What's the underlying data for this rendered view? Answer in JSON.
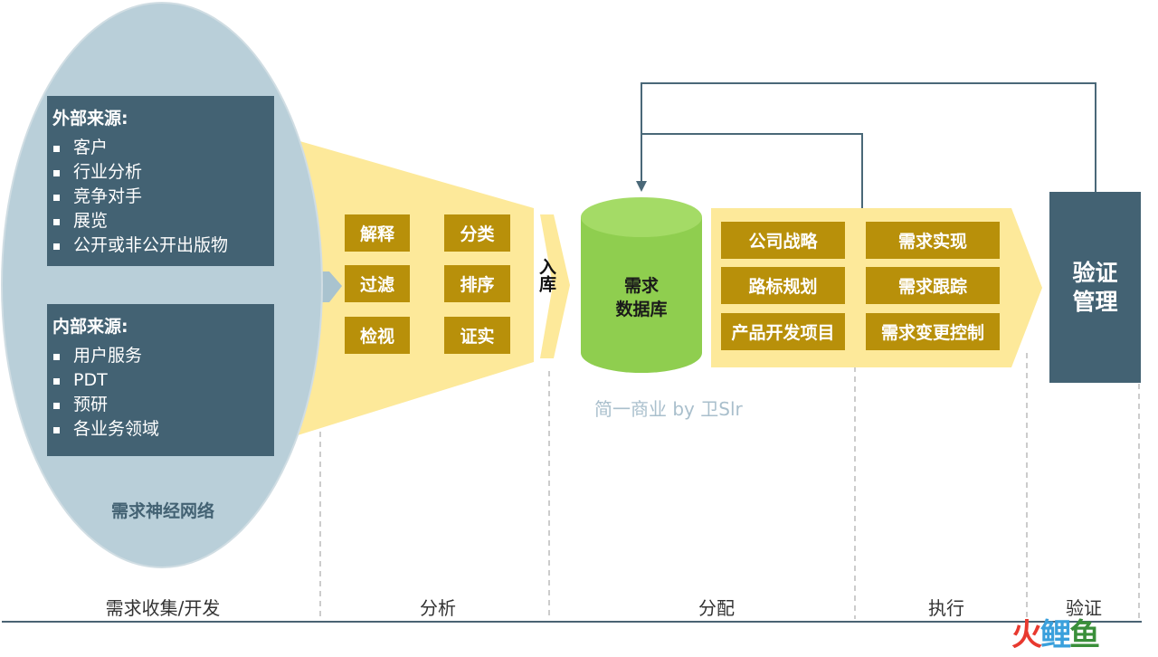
{
  "external_sources": {
    "title": "外部来源:",
    "items": [
      "客户",
      "行业分析",
      "竞争对手",
      "展览",
      "公开或非公开出版物"
    ]
  },
  "internal_sources": {
    "title": "内部来源:",
    "items": [
      "用户服务",
      "PDT",
      "预研",
      "各业务领域"
    ]
  },
  "network_label": "需求神经网络",
  "analysis_actions": [
    "解释",
    "分类",
    "过滤",
    "排序",
    "检视",
    "证实"
  ],
  "store_label": "入库",
  "database": {
    "line1": "需求",
    "line2": "数据库"
  },
  "execution_items": [
    "公司战略",
    "需求实现",
    "路标规划",
    "需求跟踪",
    "产品开发项目",
    "需求变更控制"
  ],
  "verify": {
    "line1": "验证",
    "line2": "管理"
  },
  "watermark": "简一商业 by 卫Slr",
  "phases": [
    "需求收集/开发",
    "分析",
    "分配",
    "执行",
    "验证"
  ],
  "logo": {
    "part1": "火",
    "part2": "鲤",
    "part3": "鱼"
  },
  "colors": {
    "slate": "#436273",
    "gold": "#b8900a",
    "funnel_yellow": "#fde99a",
    "db_green": "#8fce4f",
    "ellipse": "#b9cfd9"
  }
}
